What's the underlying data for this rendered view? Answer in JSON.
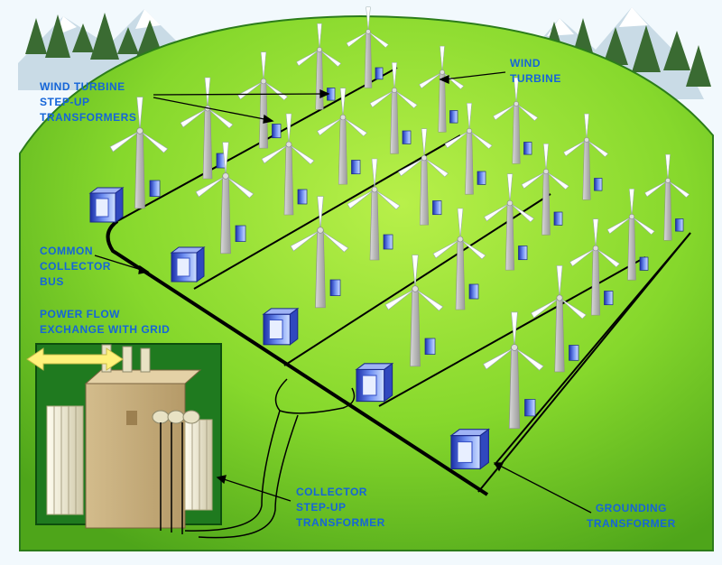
{
  "labels": {
    "wind_turbine_step_up_transformers": [
      "WIND TURBINE",
      "STEP-UP",
      "TRANSFORMERS"
    ],
    "wind_turbine": [
      "WIND",
      "TURBINE"
    ],
    "common_collector_bus": [
      "COMMON",
      "COLLECTOR",
      "BUS"
    ],
    "power_flow_exchange": [
      "POWER FLOW",
      "EXCHANGE WITH GRID"
    ],
    "collector_step_up_transformer": [
      "COLLECTOR",
      "STEP-UP",
      "TRANSFORMER"
    ],
    "grounding_transformer": [
      "GROUNDING",
      "TRANSFORMER"
    ]
  },
  "colors": {
    "field_green": "#7bd42b",
    "sky": "#ffffff",
    "label_text": "#1565d8",
    "cable": "#000000",
    "turbine_tower": "#b8b8b8",
    "transformer_blue": "#3f63d8",
    "substation_bg": "#1f7a1f",
    "arrow_yellow": "#fff27a"
  }
}
